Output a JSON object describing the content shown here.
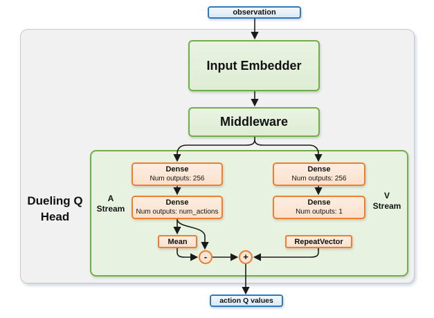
{
  "diagram_title": "Dueling Q Head",
  "nodes": {
    "observation": {
      "label": "observation"
    },
    "input_embedder": {
      "label": "Input Embedder"
    },
    "middleware": {
      "label": "Middleware"
    },
    "dueling_head": {
      "line1": "Dueling Q",
      "line2": "Head"
    },
    "a_stream": {
      "line1": "A",
      "line2": "Stream"
    },
    "v_stream": {
      "line1": "V",
      "line2": "Stream"
    },
    "a_dense_1": {
      "title": "Dense",
      "subtitle": "Num outputs: 256"
    },
    "a_dense_2": {
      "title": "Dense",
      "subtitle": "Num outputs: num_actions"
    },
    "v_dense_1": {
      "title": "Dense",
      "subtitle": "Num outputs: 256"
    },
    "v_dense_2": {
      "title": "Dense",
      "subtitle": "Num outputs: 1"
    },
    "mean": {
      "label": "Mean"
    },
    "repeat_vector": {
      "label": "RepeatVector"
    },
    "subtract_op": {
      "symbol": "-"
    },
    "add_op": {
      "symbol": "+"
    },
    "action_q_values": {
      "label": "action Q values"
    }
  },
  "colors": {
    "blue_border": "#2e79bd",
    "blue_fill": "#d9eaf7",
    "green_border": "#70ad47",
    "green_box_fill": "#e2efda",
    "green_container_fill": "#e8f2e0",
    "orange_border": "#ed7d31",
    "orange_fill": "#fbe5d4",
    "outer_container_fill": "#f1f1f1",
    "outer_container_border": "#c9c9c9",
    "connector": "#1a1a1a"
  }
}
